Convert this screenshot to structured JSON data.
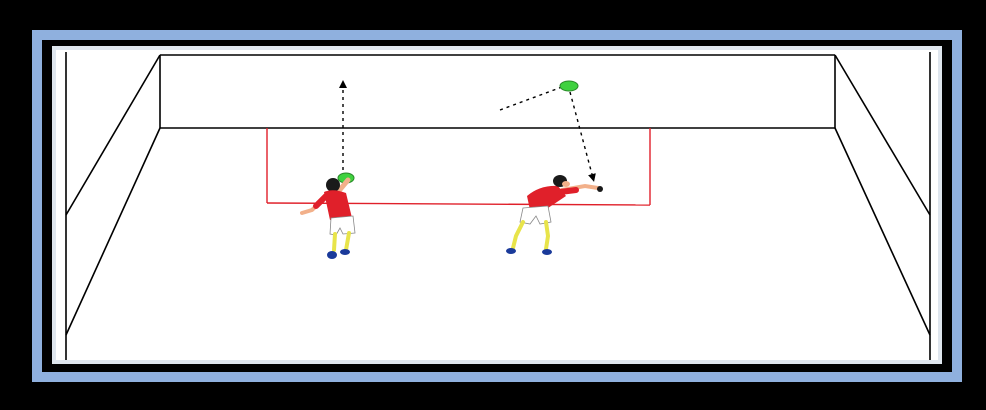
{
  "colors": {
    "outer_background": "#000000",
    "frame_outer": "#8fb0de",
    "frame_inner": "#000000",
    "court_floor": "#ffffff",
    "court_lines": "#000000",
    "zone_lines": "#e0202a",
    "ball": "#3fd13f",
    "shirt": "#e0202a",
    "shorts": "#ffffff",
    "socks": "#e8e44a",
    "shoes": "#1a3a9a",
    "skin": "#f2b08a",
    "hair": "#1a1a1a"
  },
  "players": [
    {
      "name": "left-player",
      "pose": "back-view-hitting-overhead"
    },
    {
      "name": "right-player",
      "pose": "leaning-forward-ready"
    }
  ],
  "balls": [
    {
      "name": "ball-left",
      "trajectory": "straight-up"
    },
    {
      "name": "ball-right",
      "trajectory": "incoming-from-wall"
    }
  ]
}
